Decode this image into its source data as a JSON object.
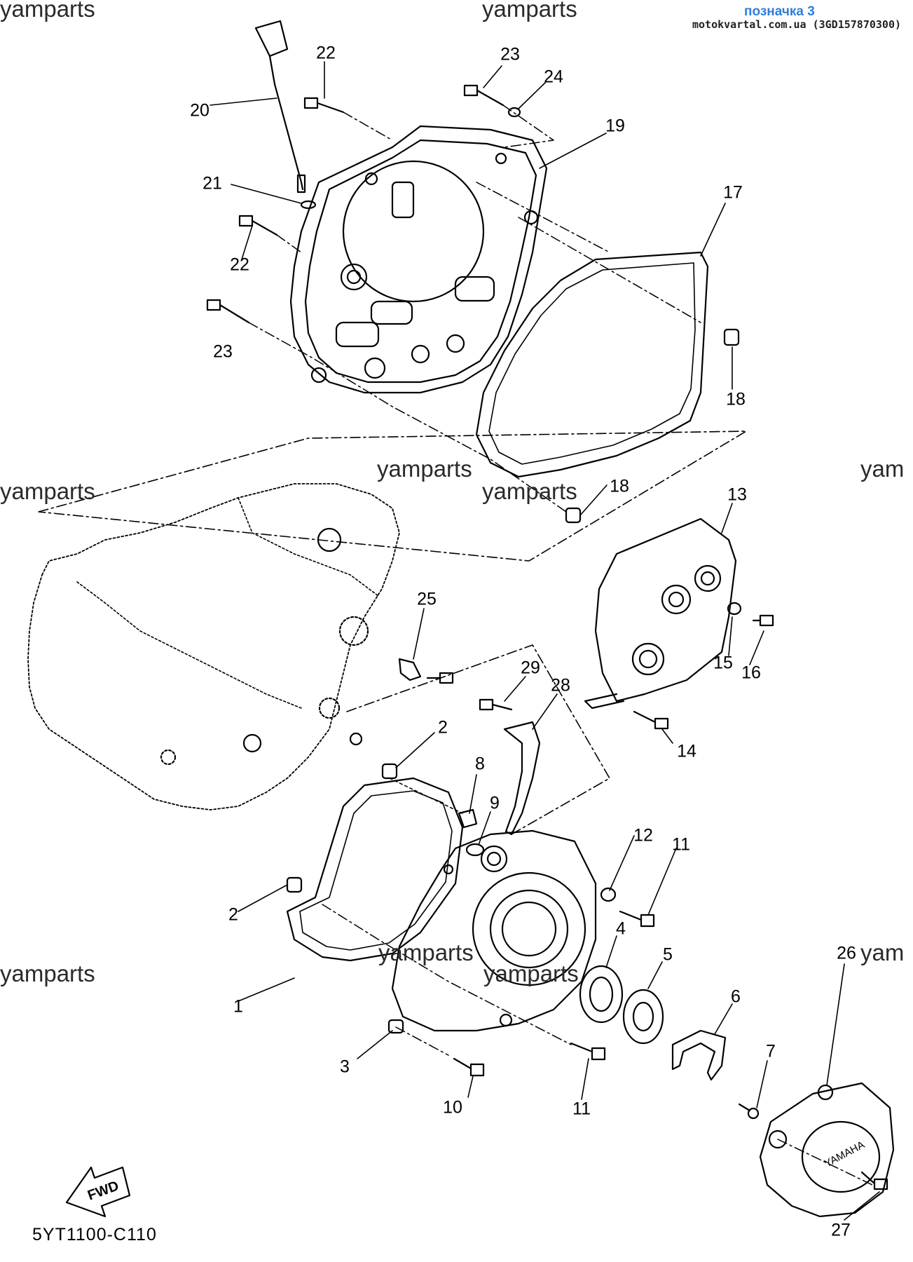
{
  "header": {
    "title": "позначка 3",
    "site": "motokvartal.com.ua (3GD157870300)"
  },
  "watermarks": [
    "yamparts",
    "yamparts",
    "yamparts",
    "yamparts",
    "yamparts",
    "yam",
    "yamparts",
    "yamparts",
    "yamparts",
    "yam"
  ],
  "reference_code": "5YT1100-C110",
  "fwd_marker": "FWD",
  "brand_on_cover": "YAMAHA",
  "callouts": [
    "22",
    "23",
    "24",
    "20",
    "19",
    "21",
    "17",
    "22",
    "23",
    "18",
    "18",
    "13",
    "25",
    "15",
    "16",
    "29",
    "28",
    "14",
    "2",
    "8",
    "9",
    "12",
    "11",
    "2",
    "4",
    "5",
    "26",
    "6",
    "1",
    "7",
    "3",
    "11",
    "10",
    "27"
  ]
}
